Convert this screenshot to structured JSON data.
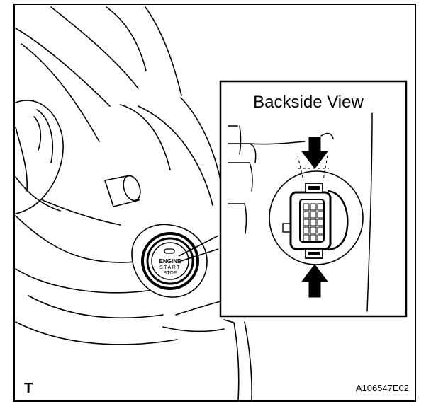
{
  "diagram": {
    "inset_title": "Backside View",
    "corner_mark": "T",
    "figure_code": "A106547E02",
    "button_text": {
      "line1": "ENGINE",
      "line2": "START",
      "line3": "STOP"
    }
  }
}
